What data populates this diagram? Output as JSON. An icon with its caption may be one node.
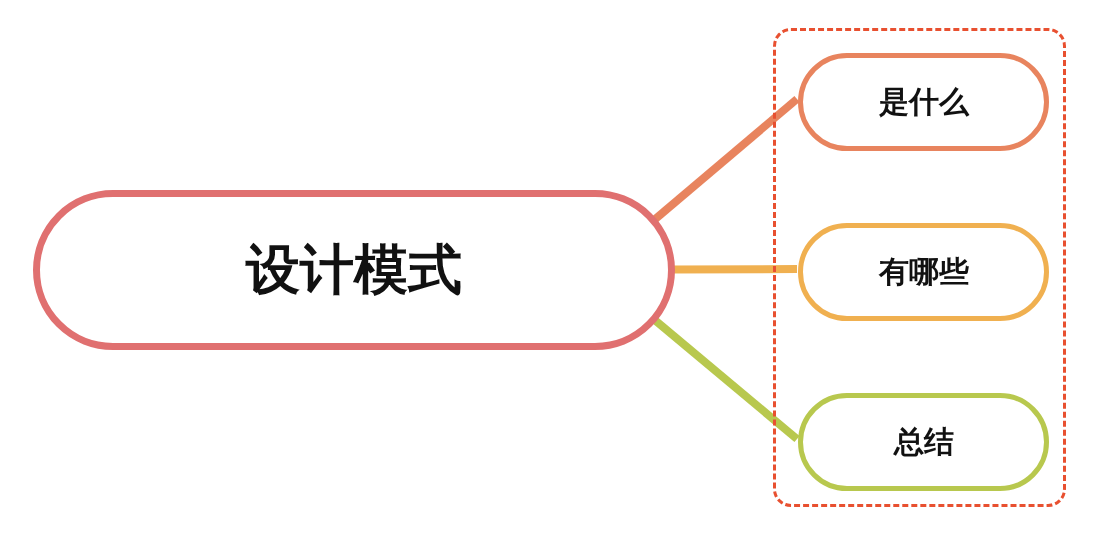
{
  "diagram": {
    "nodes": [
      {
        "text": [
          "设计模式"
        ]
      },
      {
        "text": [],
        "shape": "box"
      },
      {
        "text": [
          "是什么"
        ],
        "in": 1
      },
      {
        "text": [
          "有哪些"
        ],
        "in": 1
      },
      {
        "text": [
          "总结"
        ],
        "in": 1
      }
    ],
    "edges": [
      {
        "from": 0,
        "to": 2,
        "arrow": "none",
        "color": "#e8845e"
      },
      {
        "from": 0,
        "to": 3,
        "arrow": "none",
        "color": "#f0b050"
      },
      {
        "from": 0,
        "to": 4,
        "arrow": "none",
        "color": "#b8c84e"
      }
    ]
  }
}
